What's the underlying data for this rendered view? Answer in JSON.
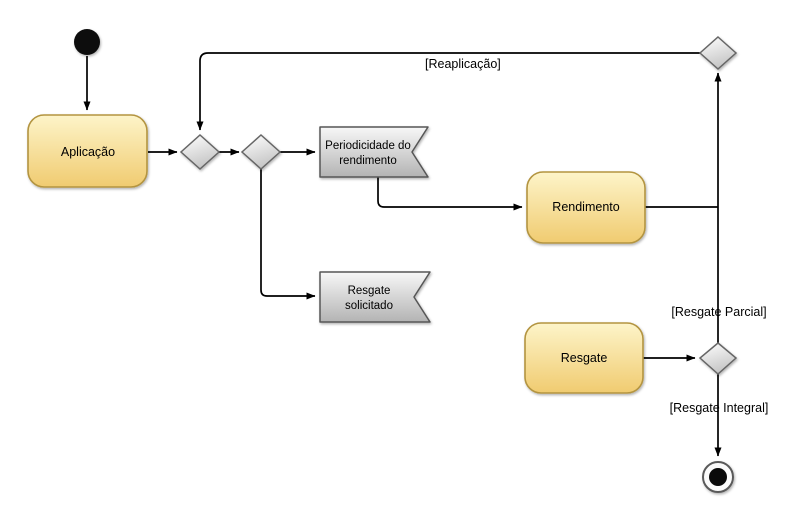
{
  "diagram": {
    "type": "uml-activity-diagram",
    "colors": {
      "background": "#ffffff",
      "edge": "#000000",
      "text": "#000000",
      "activity_fill_top": "#fdf4c9",
      "activity_fill_bottom": "#f0cb70",
      "activity_border": "#b39440",
      "decision_fill_top": "#ffffff",
      "decision_fill_bottom": "#c6c6c6",
      "decision_border": "#666666",
      "signal_fill_top": "#f7f7f7",
      "signal_fill_bottom": "#b3b3b3",
      "signal_border": "#565656",
      "initial_fill": "#0a0a0a",
      "final_ring": "#5a5a5a",
      "final_inner": "#0a0a0a",
      "final_fill": "#fbfbfb"
    },
    "nodes": {
      "aplicacao": {
        "label": "Aplicação"
      },
      "rendimento": {
        "label": "Rendimento"
      },
      "resgate": {
        "label": "Resgate"
      },
      "periodicidade": {
        "label_line1": "Periodicidade do",
        "label_line2": "rendimento"
      },
      "resgate_solicitado": {
        "label_line1": "Resgate",
        "label_line2": "solicitado"
      }
    },
    "guards": {
      "reaplicacao": "[Reaplicação]",
      "resgate_parcial": "[Resgate Parcial]",
      "resgate_integral": "[Resgate Integral]"
    }
  }
}
